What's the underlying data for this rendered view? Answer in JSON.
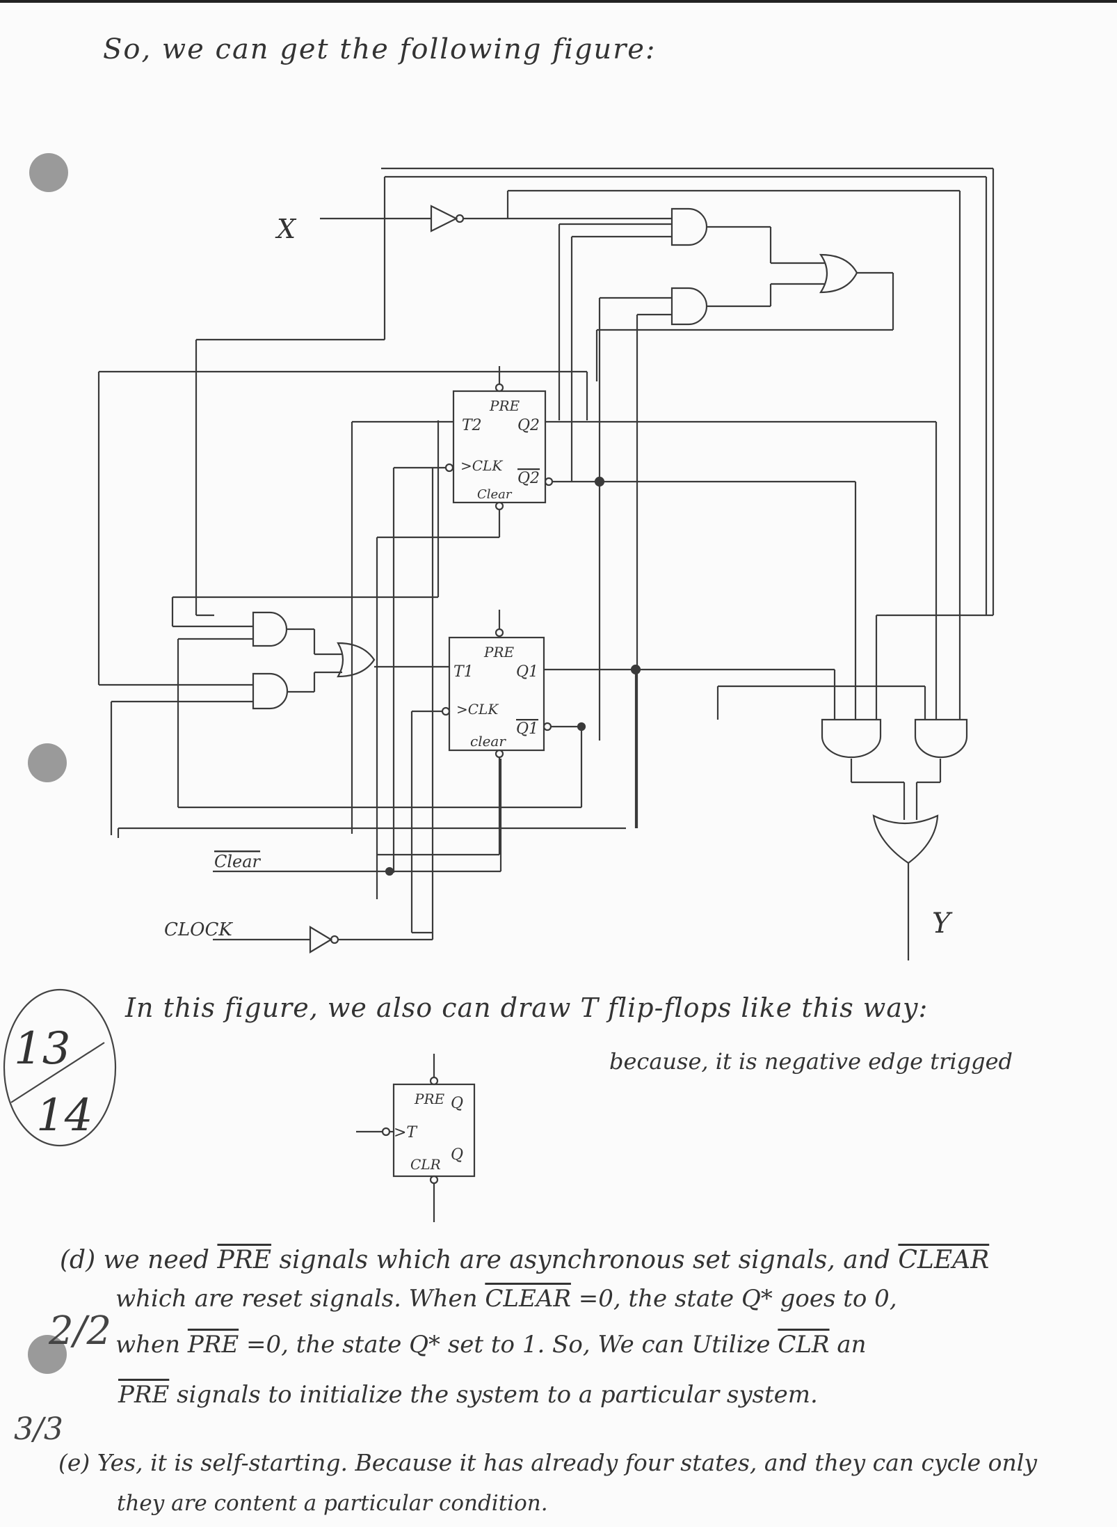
{
  "header": {
    "line": "So, we can get the following figure:"
  },
  "circuit": {
    "input_x": "X",
    "output_y": "Y",
    "clear_label": "Clear",
    "clock_label": "CLOCK",
    "ff2": {
      "pre": "PRE",
      "t": "T2",
      "clk": ">CLK",
      "q": "Q2",
      "qbar": "Q2",
      "clear": "Clear"
    },
    "ff1": {
      "pre": "PRE",
      "t": "T1",
      "clk": ">CLK",
      "q": "Q1",
      "qbar": "Q1",
      "clear": "clear"
    }
  },
  "note": {
    "line1": "In this figure, we also can draw T flip-flops like this way:",
    "line2": "because, it is negative edge trigged",
    "small_ff": {
      "pre": "PRE",
      "q": "Q",
      "t": ">T",
      "clr": "CLR",
      "q2": "Q"
    }
  },
  "part_d": {
    "prefix": "(d) we need",
    "pre1": "PRE",
    "text1": "signals which are asynchronous set signals, and",
    "clear1": "CLEAR",
    "text2": "which are reset signals. When",
    "clear2": "CLEAR",
    "text3": "=0, the state Q* goes to 0,",
    "text4": "when",
    "pre2": "PRE",
    "text5": "=0, the state Q* set to 1. So, We can Utilize",
    "clr": "CLR",
    "text6": "an",
    "pre3": "PRE",
    "text7": "signals to initialize the system to a particular system."
  },
  "part_e": {
    "line1": "(e) Yes, it is self-starting. Because it has already four states, and they can cycle only",
    "line2": "they are content a particular condition."
  },
  "grades": {
    "main_top": "13",
    "main_bottom": "14",
    "d_score": "2/2",
    "e_score": "3/3"
  }
}
